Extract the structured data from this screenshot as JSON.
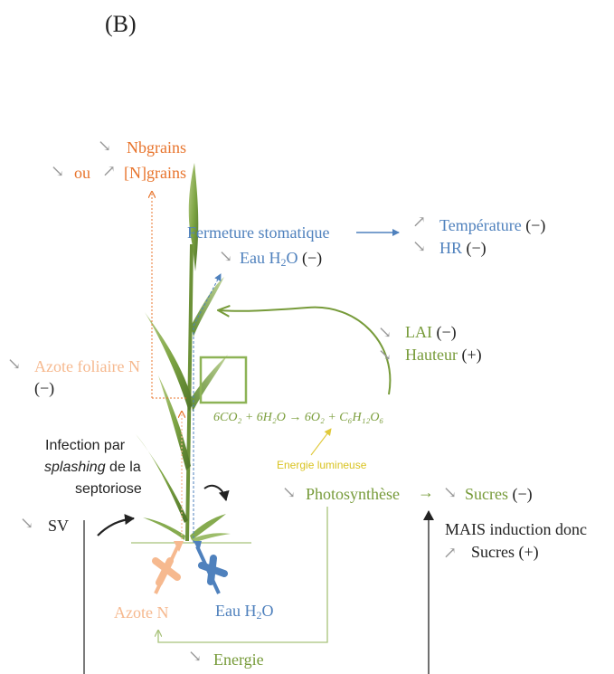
{
  "panel_label": "(B)",
  "arrow_down": "↘",
  "arrow_up": "↗",
  "minus_sign": "(−)",
  "plus_sign": "(+)",
  "nbgrains": "Nbgrains",
  "ou": "ou",
  "n_grains": "[N]grains",
  "fermeture_stomatique": "Fermeture stomatique",
  "eau_h2o_prefix": "Eau H",
  "h2o_sub": "2",
  "h2o_suffix": "O",
  "temperature": "Température",
  "hr": "HR",
  "lai": "LAI",
  "hauteur": "Hauteur",
  "azote_foliaire": "Azote foliaire N",
  "photosynthesis_equation": "6CO₂ + 6H₂O → 6O₂ + C₆H₁₂O₆",
  "infection_line1": "Infection par",
  "infection_splashing": "splashing",
  "infection_line2_rest": " de la",
  "infection_line3": "septoriose",
  "energie_lumineuse": "Energie lumineuse",
  "photosynthese": "Photosynthèse",
  "arrow_right": "→",
  "sucres": "Sucres",
  "sv": "SV",
  "mais_induction": "MAIS induction donc",
  "azote_n": "Azote N",
  "eau_bottom_prefix": "Eau H",
  "energie": "Energie",
  "colors": {
    "orange": "#e8742c",
    "blue": "#4f81bd",
    "green": "#779b3a",
    "light_green": "#a8c27a",
    "peach": "#f6b98f",
    "yellow": "#d9c321",
    "gray_arrow": "#9a9a9a",
    "black": "#222222"
  }
}
